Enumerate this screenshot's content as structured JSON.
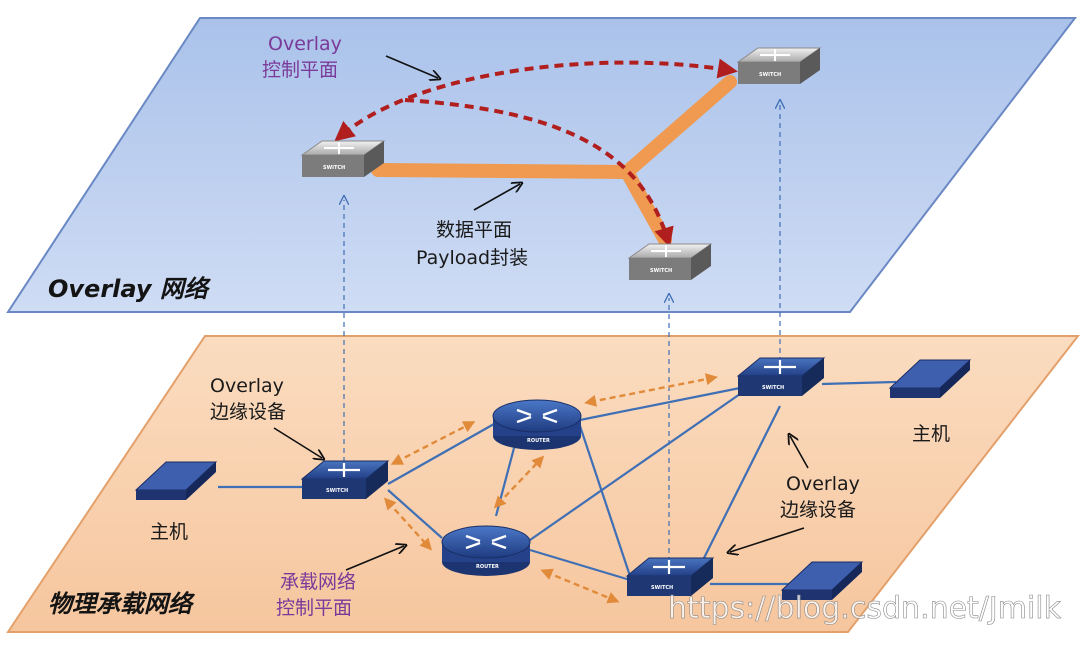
{
  "overlay_plane": {
    "title": "Overlay 网络",
    "control_plane_label": [
      "Overlay",
      "控制平面"
    ],
    "data_plane_label": [
      "数据平面",
      "Payload封装"
    ]
  },
  "physical_plane": {
    "title": "物理承载网络",
    "edge_device_label_left": [
      "Overlay",
      "边缘设备"
    ],
    "edge_device_label_right": [
      "Overlay",
      "边缘设备"
    ],
    "bearer_control_label": [
      "承载网络",
      "控制平面"
    ],
    "host_label_left": "主机",
    "host_label_right": "主机"
  },
  "device_text": {
    "switch": "SWITCH",
    "router": "ROUTER"
  },
  "watermark": "https://blog.csdn.net/Jmilk",
  "colors": {
    "overlay_fill": "#b9cdee",
    "physical_fill": "#f8d2b0",
    "data_path": "#ef9a50",
    "control_arc": "#b01e1e",
    "link": "#3f6fb4",
    "dashed_orange": "#e08a3a"
  }
}
